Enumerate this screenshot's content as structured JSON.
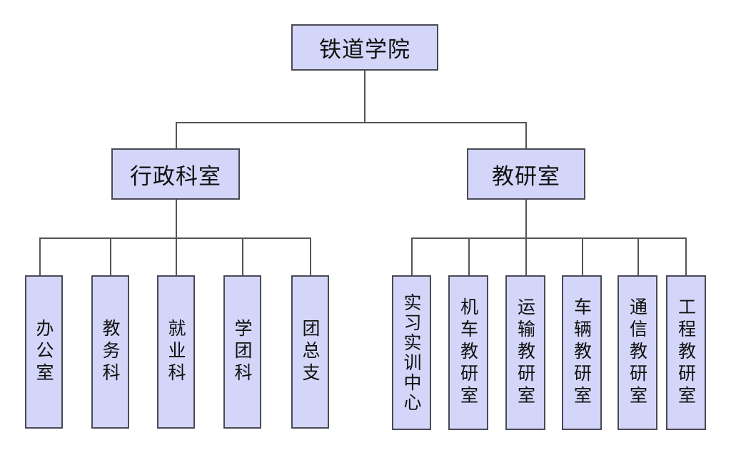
{
  "root": {
    "label": "铁道学院"
  },
  "branches": [
    {
      "label": "行政科室",
      "children": [
        "办公室",
        "教务科",
        "就业科",
        "学团科",
        "团总支"
      ]
    },
    {
      "label": "教研室",
      "children": [
        "实习实训中心",
        "机车教研室",
        "运输教研室",
        "车辆教研室",
        "通信教研室",
        "工程教研室"
      ]
    }
  ],
  "colors": {
    "box_fill": "#d3d6f8",
    "box_border": "#4a4a55",
    "line": "#555555"
  }
}
